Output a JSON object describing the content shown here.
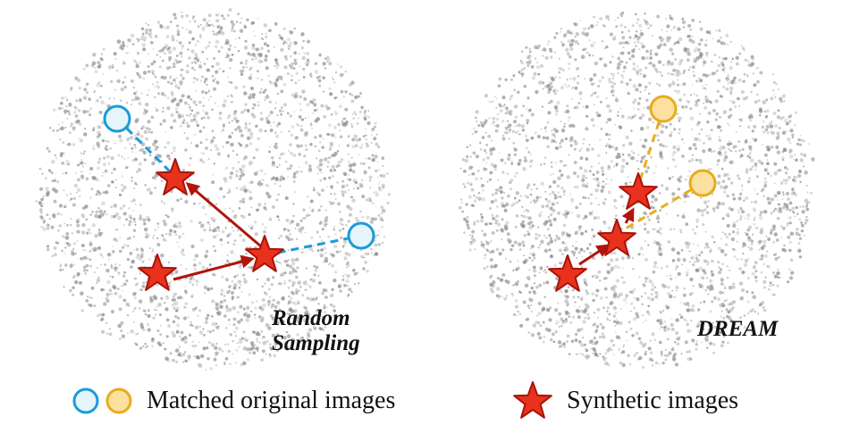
{
  "panels": {
    "left": {
      "label_line1": "Random",
      "label_line2": "Sampling"
    },
    "right": {
      "label": "DREAM"
    }
  },
  "legend": {
    "matched": "Matched original images",
    "synthetic": "Synthetic images"
  },
  "colors": {
    "cloud_dot": "#8a8a8a",
    "star_fill": "#e8321e",
    "star_stroke": "#a8140a",
    "arrow": "#b0140c",
    "random_circle_stroke": "#1a9cd8",
    "random_circle_fill": "#e6f4fb",
    "dream_circle_stroke": "#e8ac1c",
    "dream_circle_fill": "#fbe0a0"
  },
  "icons": {
    "random_circle": "circle-outline-icon",
    "dream_circle": "circle-filled-icon",
    "synthetic": "star-icon"
  }
}
